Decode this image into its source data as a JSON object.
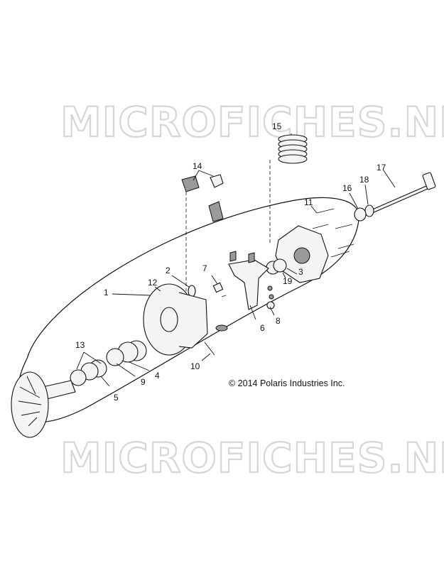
{
  "diagram": {
    "watermark_top": "MICROFICHES.NET",
    "watermark_bottom": "MICROFICHES.NET",
    "copyright": "© 2014 Polaris Industries Inc.",
    "callouts": {
      "c1": "1",
      "c2": "2",
      "c3": "3",
      "c4": "4",
      "c5": "5",
      "c6": "6",
      "c7": "7",
      "c8": "8",
      "c9": "9",
      "c10": "10",
      "c11": "11",
      "c12": "12",
      "c13": "13",
      "c14": "14",
      "c15": "15",
      "c16": "16",
      "c17": "17",
      "c18": "18",
      "c19": "19"
    }
  }
}
